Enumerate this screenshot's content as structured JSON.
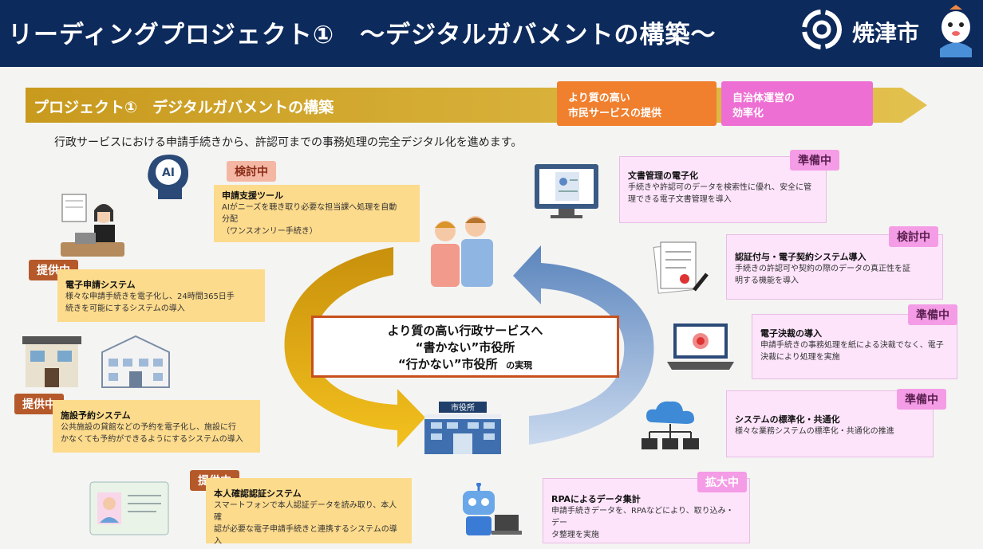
{
  "header": {
    "title": "リーディングプロジェクト①　～デジタルガバメントの構築～",
    "city_name": "焼津市"
  },
  "banner": {
    "title": "プロジェクト①　デジタルガバメントの構築",
    "goal1_line1": "より質の高い",
    "goal1_line2": "市民サービスの提供",
    "goal2_line1": "自治体運営の",
    "goal2_line2": "効率化"
  },
  "intro": "行政サービスにおける申請手続きから、許認可までの事務処理の完全デジタル化を進めます。",
  "center": {
    "line1": "より質の高い行政サービスへ",
    "line2": "“書かない”市役所",
    "line3": "“行かない”市役所",
    "suffix": "の実現",
    "building_sign": "市役所"
  },
  "projects": {
    "shinsei_shien": {
      "badge": "検討中",
      "title": "申請支援ツール",
      "desc1": "AIがニーズを聴き取り必要な担当課へ処理を自動",
      "desc2": "分配",
      "desc3": "（ワンスオンリー手続き）"
    },
    "denshi_shinsei": {
      "badge": "提供中",
      "title": "電子申請システム",
      "desc1": "様々な申請手続きを電子化し、24時間365日手",
      "desc2": "続きを可能にするシステムの導入"
    },
    "shisetsu": {
      "badge": "提供中",
      "title": "施設予約システム",
      "desc1": "公共施設の貸館などの予約を電子化し、施設に行",
      "desc2": "かなくても予約ができるようにするシステムの導入"
    },
    "honnin": {
      "badge": "提供中",
      "title": "本人確認認証システム",
      "desc1": "スマートフォンで本人認証データを読み取り、本人確",
      "desc2": "認が必要な電子申請手続きと連携するシステムの導",
      "desc3": "入"
    },
    "bunsho": {
      "badge": "準備中",
      "title": "文書管理の電子化",
      "desc1": "手続きや許認可のデータを検索性に優れ、安全に管",
      "desc2": "理できる電子文書管理を導入"
    },
    "ninsho": {
      "badge": "検討中",
      "title": "認証付与・電子契約システム導入",
      "desc1": "手続きの許認可や契約の際のデータの真正性を証",
      "desc2": "明する機能を導入"
    },
    "kessai": {
      "badge": "準備中",
      "title": "電子決裁の導入",
      "desc1": "申請手続きの事務処理を紙による決裁でなく、電子",
      "desc2": "決裁により処理を実施"
    },
    "hyojunka": {
      "badge": "準備中",
      "title": "システムの標準化・共通化",
      "desc1": "様々な業務システムの標準化・共通化の推進"
    },
    "rpa": {
      "badge": "拡大中",
      "title": "RPAによるデータ集計",
      "desc1": "申請手続きデータを、RPAなどにより、取り込み・デー",
      "desc2": "タ整理を実施"
    }
  },
  "colors": {
    "navy": "#0d2a5c",
    "gold": "#c89a1e",
    "orange": "#f07f2e",
    "pink": "#ee6fd3",
    "yellow_box": "#fddb8c",
    "pink_box": "#fde4fb",
    "center_border": "#c8501d"
  }
}
